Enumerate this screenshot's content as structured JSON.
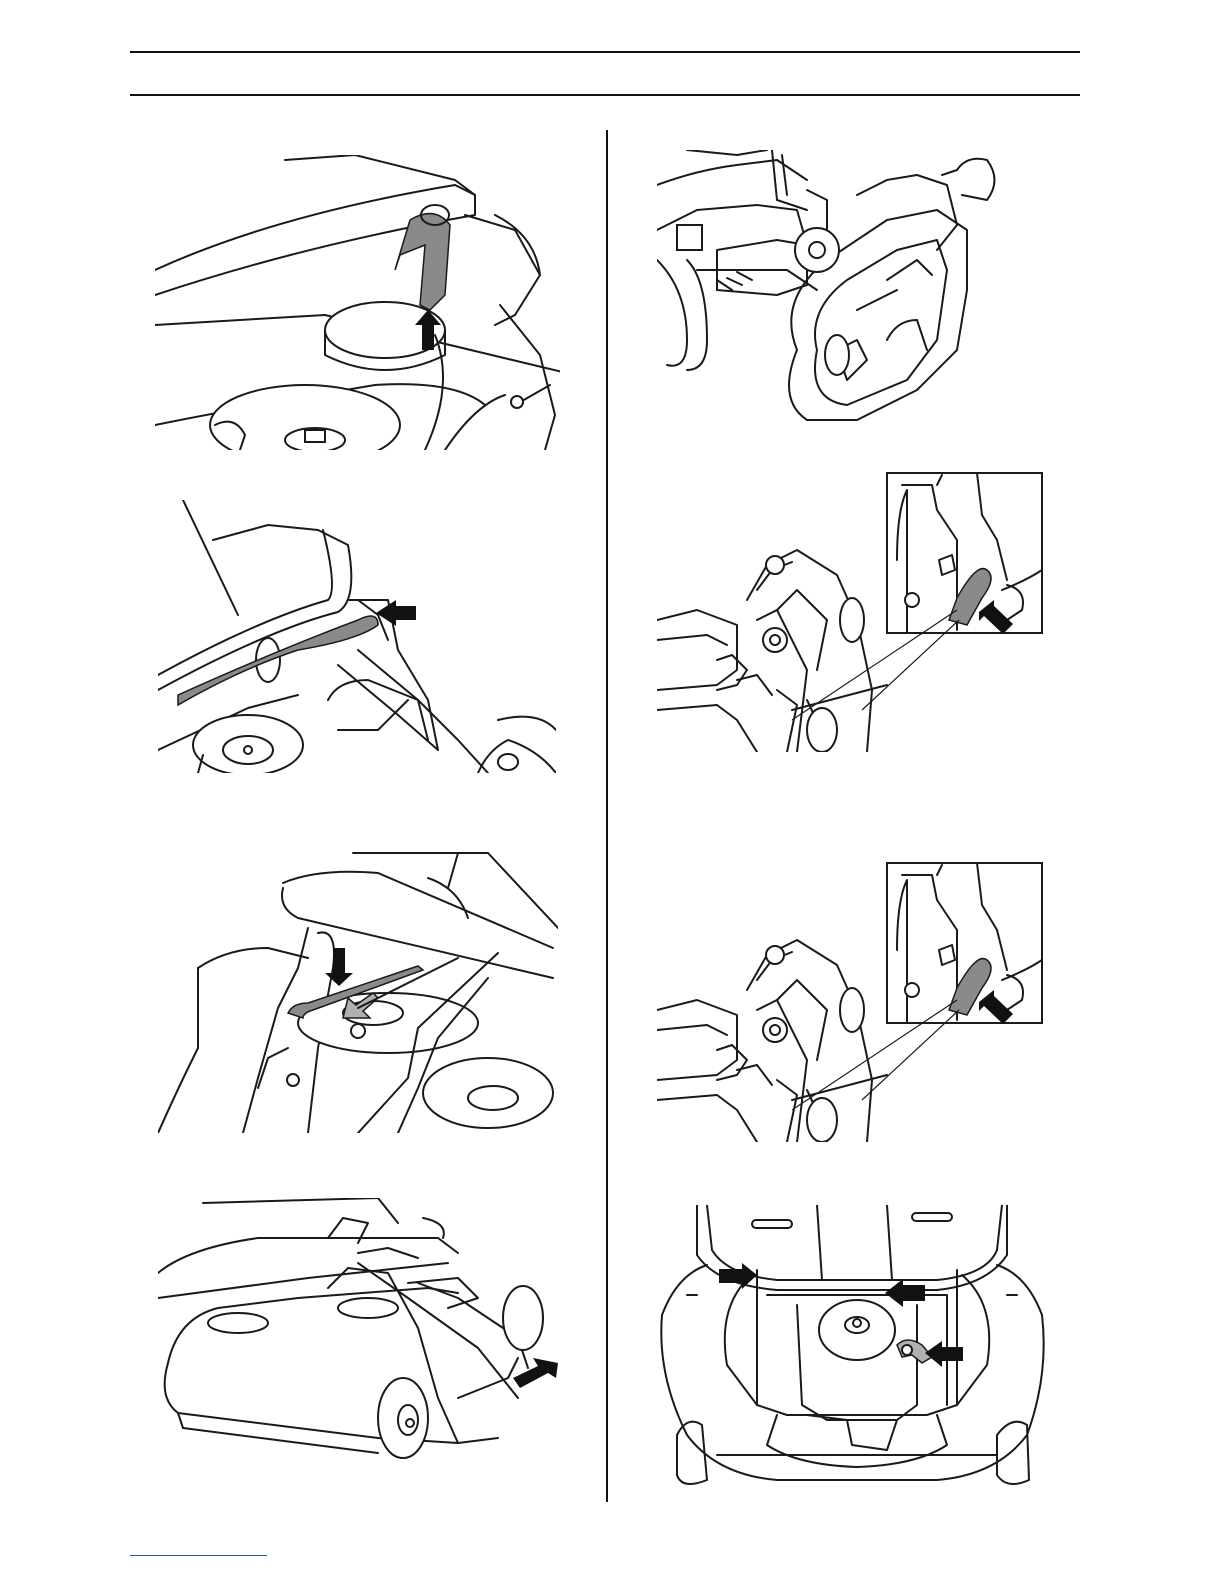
{
  "page": {
    "figures": [
      {
        "name": "lift-lever-pull-up",
        "arrow_direction": "up"
      },
      {
        "name": "lift-rod-unhook",
        "arrow_direction": "left"
      },
      {
        "name": "lift-arm-press-down",
        "arrow_direction": "down"
      },
      {
        "name": "cutting-unit-pull-out",
        "arrow_direction": "down-right"
      },
      {
        "name": "cutting-unit-tilted-up",
        "arrow_direction": "none"
      },
      {
        "name": "service-position-spring-detail-1",
        "arrow_direction": "up-left"
      },
      {
        "name": "service-position-spring-detail-2",
        "arrow_direction": "up-left"
      },
      {
        "name": "cutting-unit-underside-fastenings",
        "arrow_direction": "multiple"
      }
    ]
  },
  "colors": {
    "line": "#1a1a1a",
    "highlight": "#8a8a8a",
    "footer_link": "#2a4fd0"
  }
}
